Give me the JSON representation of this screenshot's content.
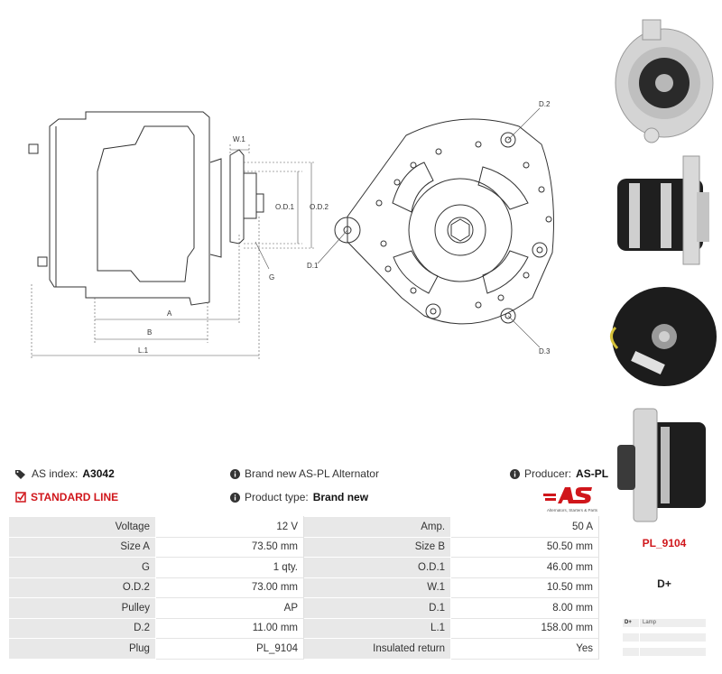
{
  "header": {
    "as_index_label": "AS index:",
    "as_index_value": "A3042",
    "standard_line": "STANDARD LINE",
    "description": "Brand new AS-PL Alternator",
    "product_type_label": "Product type:",
    "product_type_value": "Brand new",
    "producer_label": "Producer:",
    "producer_value": "AS-PL",
    "logo_tagline": "Alternators, Starters & Parts"
  },
  "drawing_labels": {
    "w1": "W.1",
    "od1": "O.D.1",
    "od2": "O.D.2",
    "g": "G",
    "a": "A",
    "b": "B",
    "l1": "L.1",
    "d1": "D.1",
    "d2": "D.2",
    "d3": "D.3"
  },
  "specs": [
    {
      "l1": "Voltage",
      "v1": "12 V",
      "l2": "Amp.",
      "v2": "50 A"
    },
    {
      "l1": "Size A",
      "v1": "73.50 mm",
      "l2": "Size B",
      "v2": "50.50 mm"
    },
    {
      "l1": "G",
      "v1": "1 qty.",
      "l2": "O.D.1",
      "v2": "46.00 mm"
    },
    {
      "l1": "O.D.2",
      "v1": "73.00 mm",
      "l2": "W.1",
      "v2": "10.50 mm"
    },
    {
      "l1": "Pulley",
      "v1": "AP",
      "l2": "D.1",
      "v2": "8.00 mm"
    },
    {
      "l1": "D.2",
      "v1": "11.00 mm",
      "l2": "L.1",
      "v2": "158.00 mm"
    },
    {
      "l1": "Plug",
      "v1": "PL_9104",
      "l2": "Insulated return",
      "v2": "Yes"
    }
  ],
  "plug": {
    "code": "PL_9104",
    "terminal": "D+",
    "rows": [
      {
        "key": "D+",
        "value": "Lamp"
      },
      {
        "key": "",
        "value": ""
      },
      {
        "key": "",
        "value": ""
      }
    ]
  },
  "colors": {
    "accent": "#d0161b",
    "label_bg": "#e8e8e8"
  }
}
